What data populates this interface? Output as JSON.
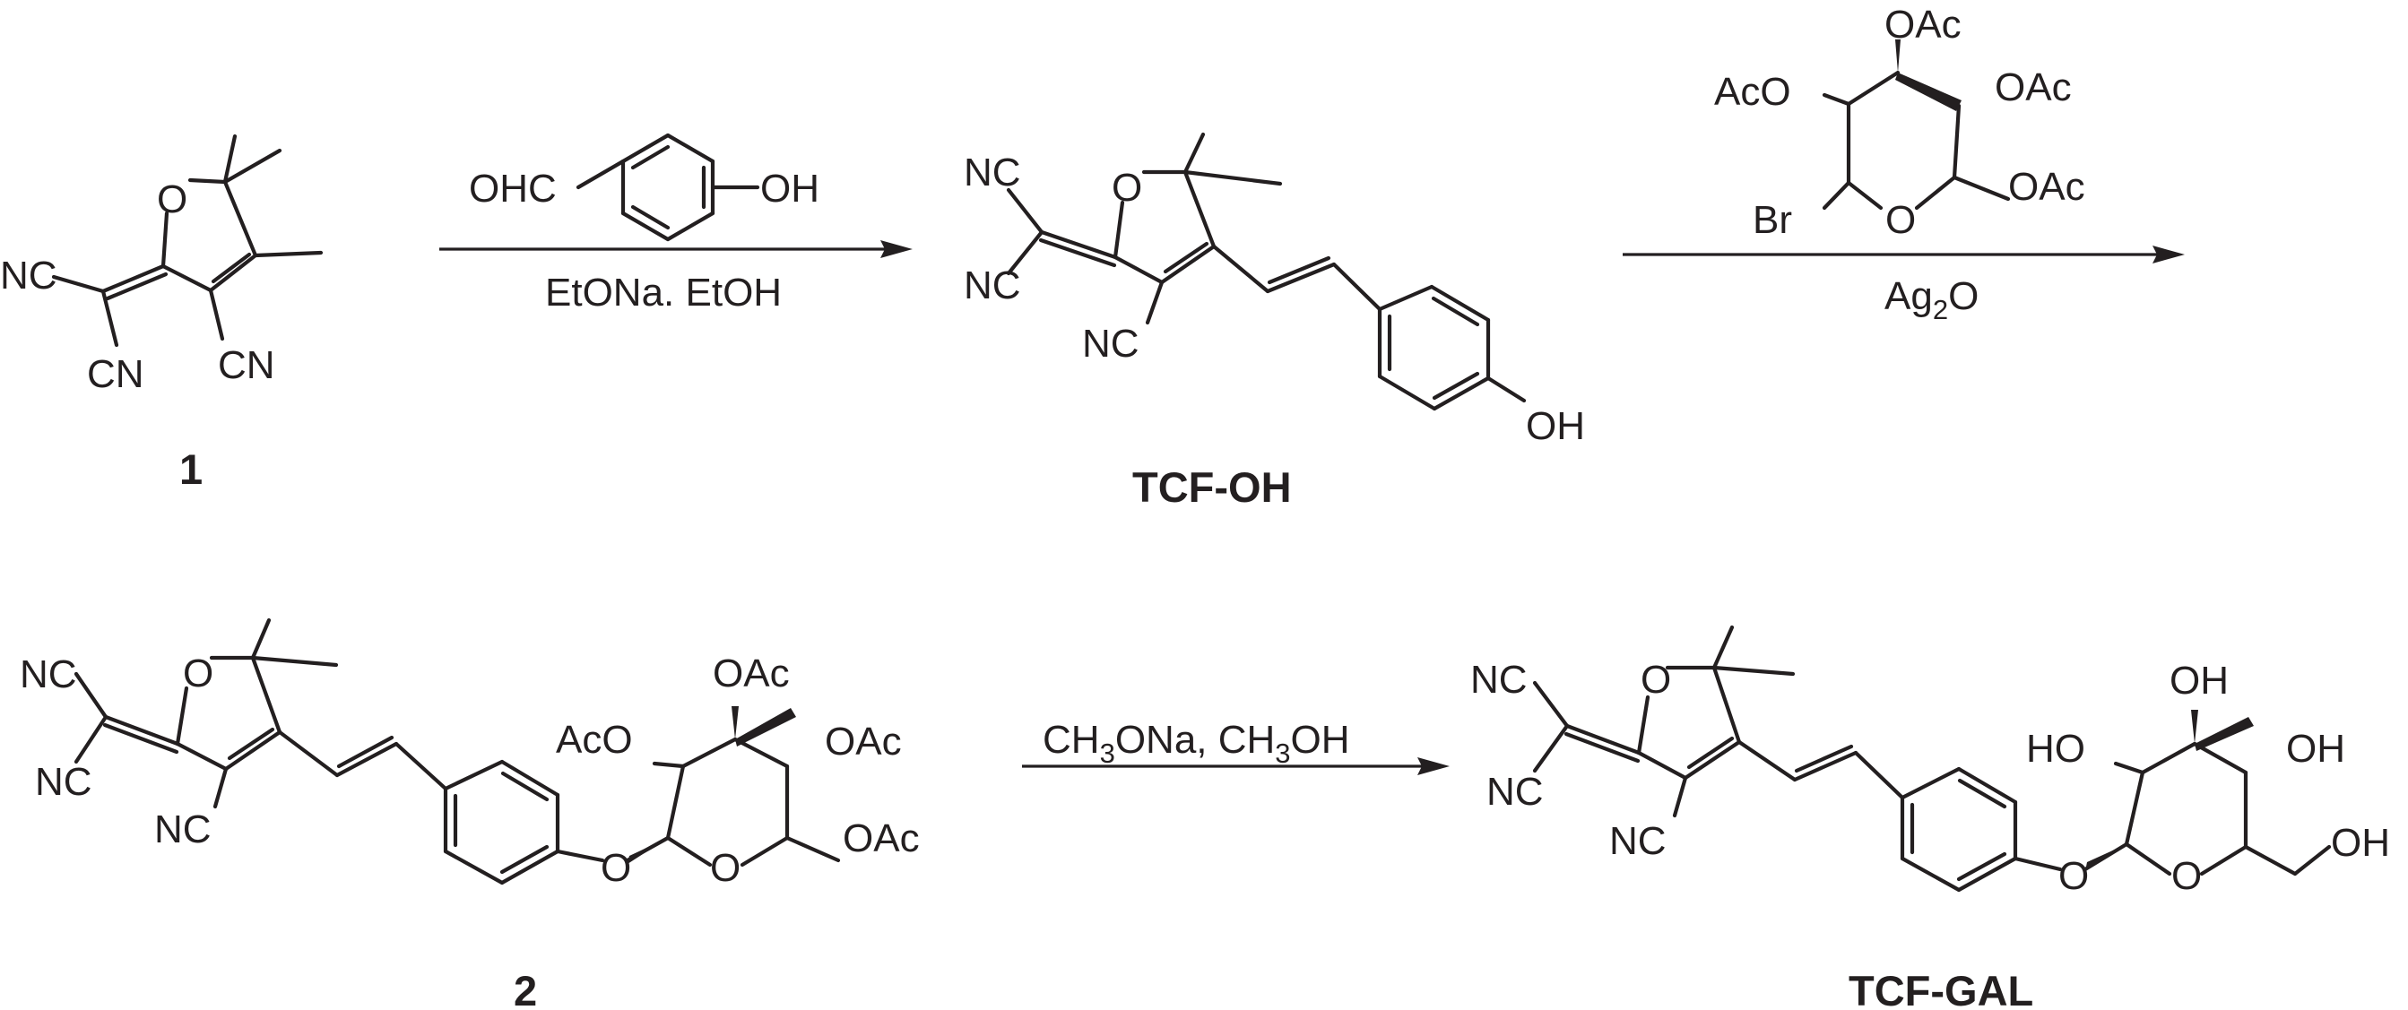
{
  "compounds": {
    "c1": "1",
    "tcf_oh": "TCF-OH",
    "c2": "2",
    "tcf_gal": "TCF-GAL"
  },
  "atoms": {
    "O": "O",
    "NC": "NC",
    "CN": "CN",
    "OH": "OH",
    "OHC": "OHC",
    "OAc": "OAc",
    "AcO": "AcO",
    "HO": "HO",
    "Br": "Br"
  },
  "conditions": {
    "step1": "EtONa. EtOH",
    "step2_main": "Ag",
    "step2_sub": "2",
    "step2_tail": "O",
    "step3": {
      "p1": "CH",
      "s1": "3",
      "p2": "ONa, CH",
      "s2": "3",
      "p3": "OH"
    }
  }
}
